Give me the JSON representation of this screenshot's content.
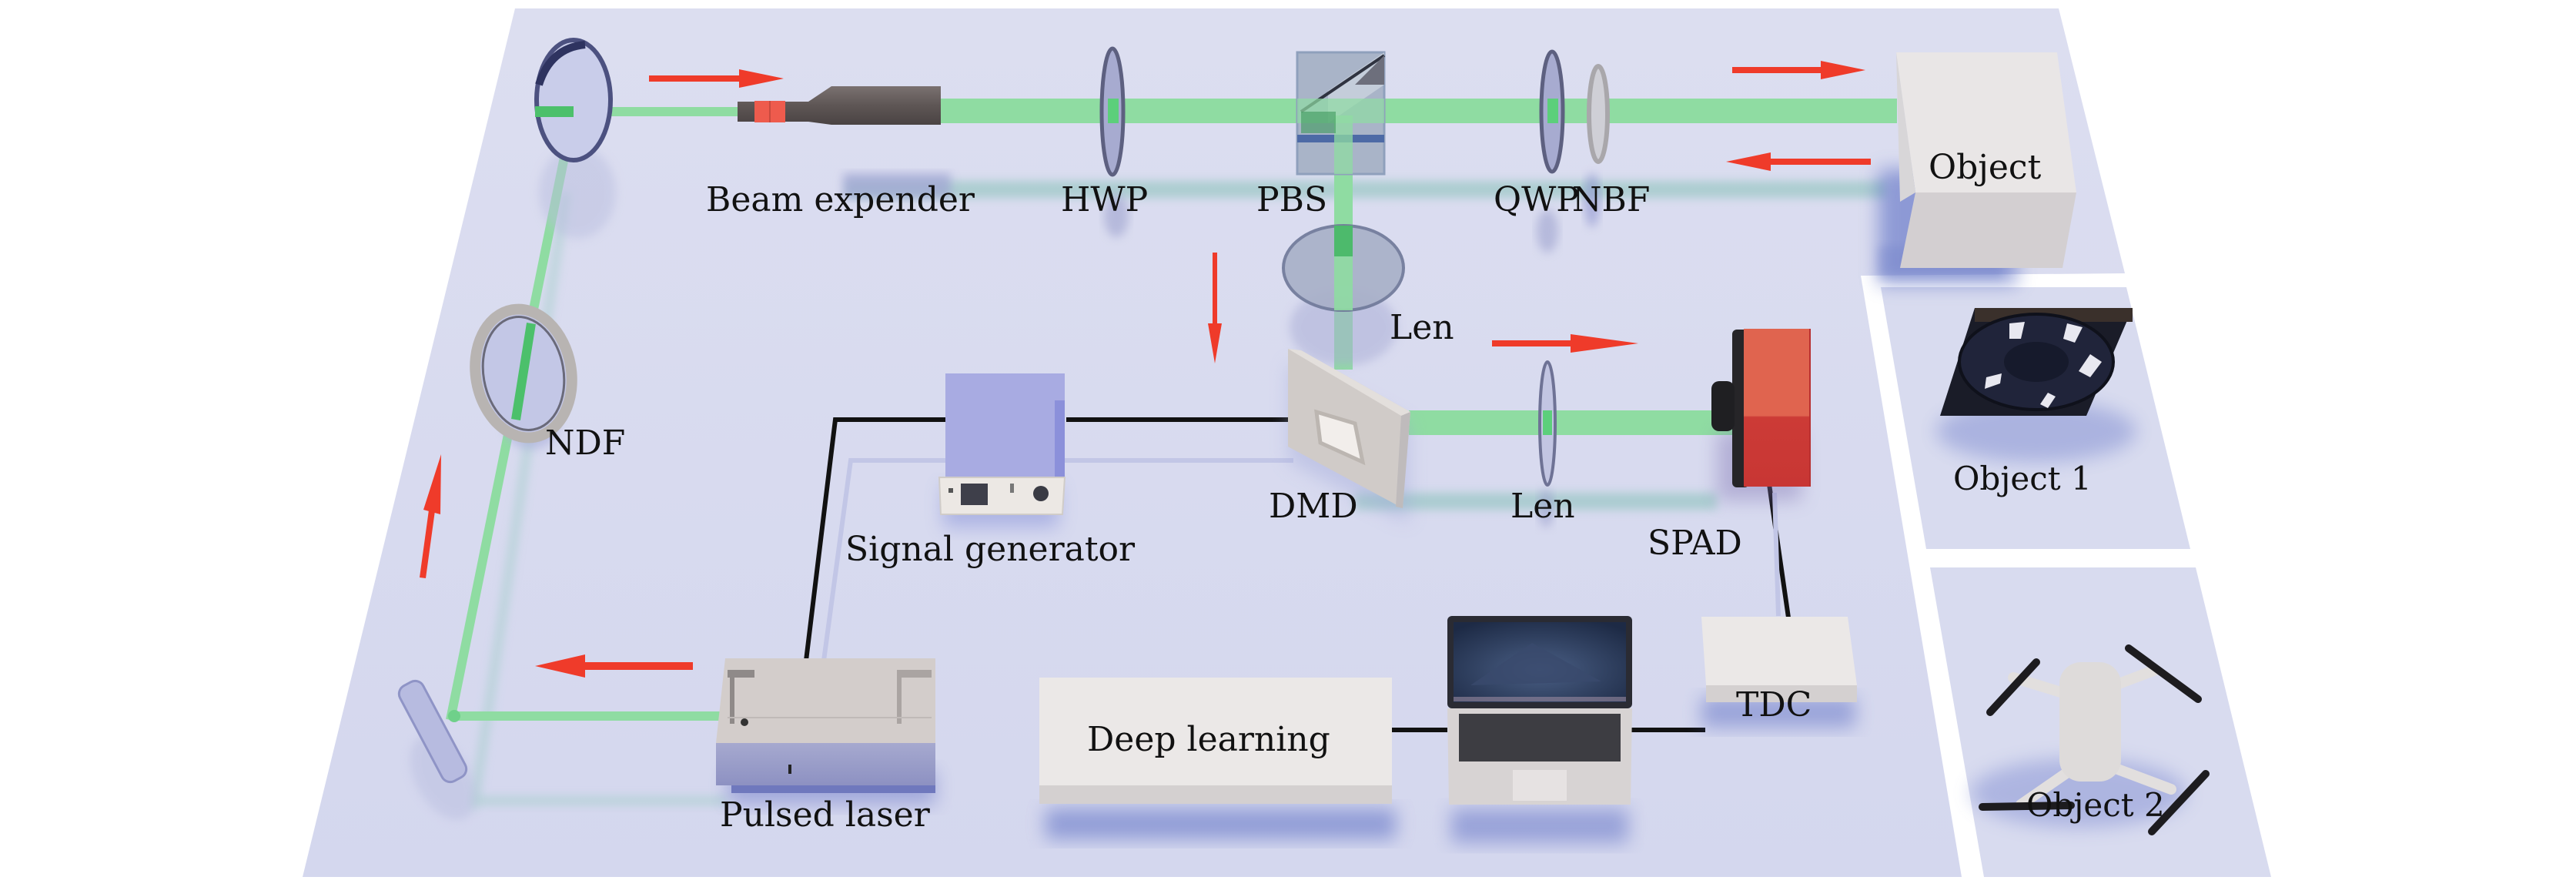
{
  "figure": {
    "title": "Single-photon imaging optical setup with deep learning",
    "colors": {
      "board": "#d8dbef",
      "board_edge": "#c9cde8",
      "beam": "#8fdca2",
      "beam_return": "#9cc9c2",
      "arrow": "#ef3b2a",
      "device_gray": "#d4d0ce",
      "device_light": "#ebe8e7",
      "signal_generator": "#a8abe2",
      "spad": "#e0604f",
      "cable": "#111111"
    }
  },
  "components": {
    "beam_expander": {
      "label": "Beam expender",
      "icon": "beam-expander-icon"
    },
    "hwp": {
      "label": "HWP",
      "icon": "waveplate-icon"
    },
    "pbs": {
      "label": "PBS",
      "icon": "beam-splitter-cube-icon"
    },
    "qwp": {
      "label": "QWP",
      "icon": "waveplate-icon"
    },
    "nbf": {
      "label": "NBF",
      "icon": "filter-icon"
    },
    "object": {
      "label": "Object",
      "icon": "cube-icon"
    },
    "len_upper": {
      "label": "Len",
      "icon": "lens-icon"
    },
    "len_lower": {
      "label": "Len",
      "icon": "lens-icon"
    },
    "ndf": {
      "label": "NDF",
      "icon": "filter-ring-icon"
    },
    "dmd": {
      "label": "DMD",
      "icon": "dmd-icon"
    },
    "spad": {
      "label": "SPAD",
      "icon": "detector-icon"
    },
    "signal_generator": {
      "label": "Signal generator",
      "icon": "signal-generator-icon"
    },
    "pulsed_laser": {
      "label": "Pulsed laser",
      "icon": "laser-icon"
    },
    "deep_learning": {
      "label": "Deep learning",
      "icon": "box-icon"
    },
    "laptop": {
      "label": "",
      "icon": "laptop-icon"
    },
    "tdc": {
      "label": "TDC",
      "icon": "box-icon"
    }
  },
  "object_panels": [
    {
      "label": "Object 1",
      "icon": "fan-icon"
    },
    {
      "label": "Object 2",
      "icon": "drone-icon"
    }
  ],
  "arrows": [
    {
      "name": "arrow-mirror-to-expander",
      "direction": "right"
    },
    {
      "name": "arrow-to-object",
      "direction": "right"
    },
    {
      "name": "arrow-from-object",
      "direction": "left"
    },
    {
      "name": "arrow-pbs-down",
      "direction": "down"
    },
    {
      "name": "arrow-to-spad",
      "direction": "right"
    },
    {
      "name": "arrow-ndf-up",
      "direction": "up"
    },
    {
      "name": "arrow-laser-left",
      "direction": "left"
    }
  ]
}
